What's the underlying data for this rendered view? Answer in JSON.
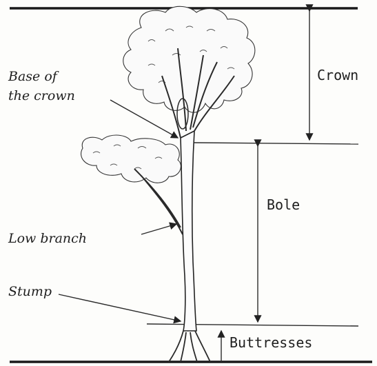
{
  "labels": {
    "base_of_crown_line1": "Base of",
    "base_of_crown_line2": "the crown",
    "low_branch": "Low branch",
    "stump": "Stump",
    "crown": "Crown",
    "bole": "Bole",
    "buttresses": "Buttresses"
  }
}
